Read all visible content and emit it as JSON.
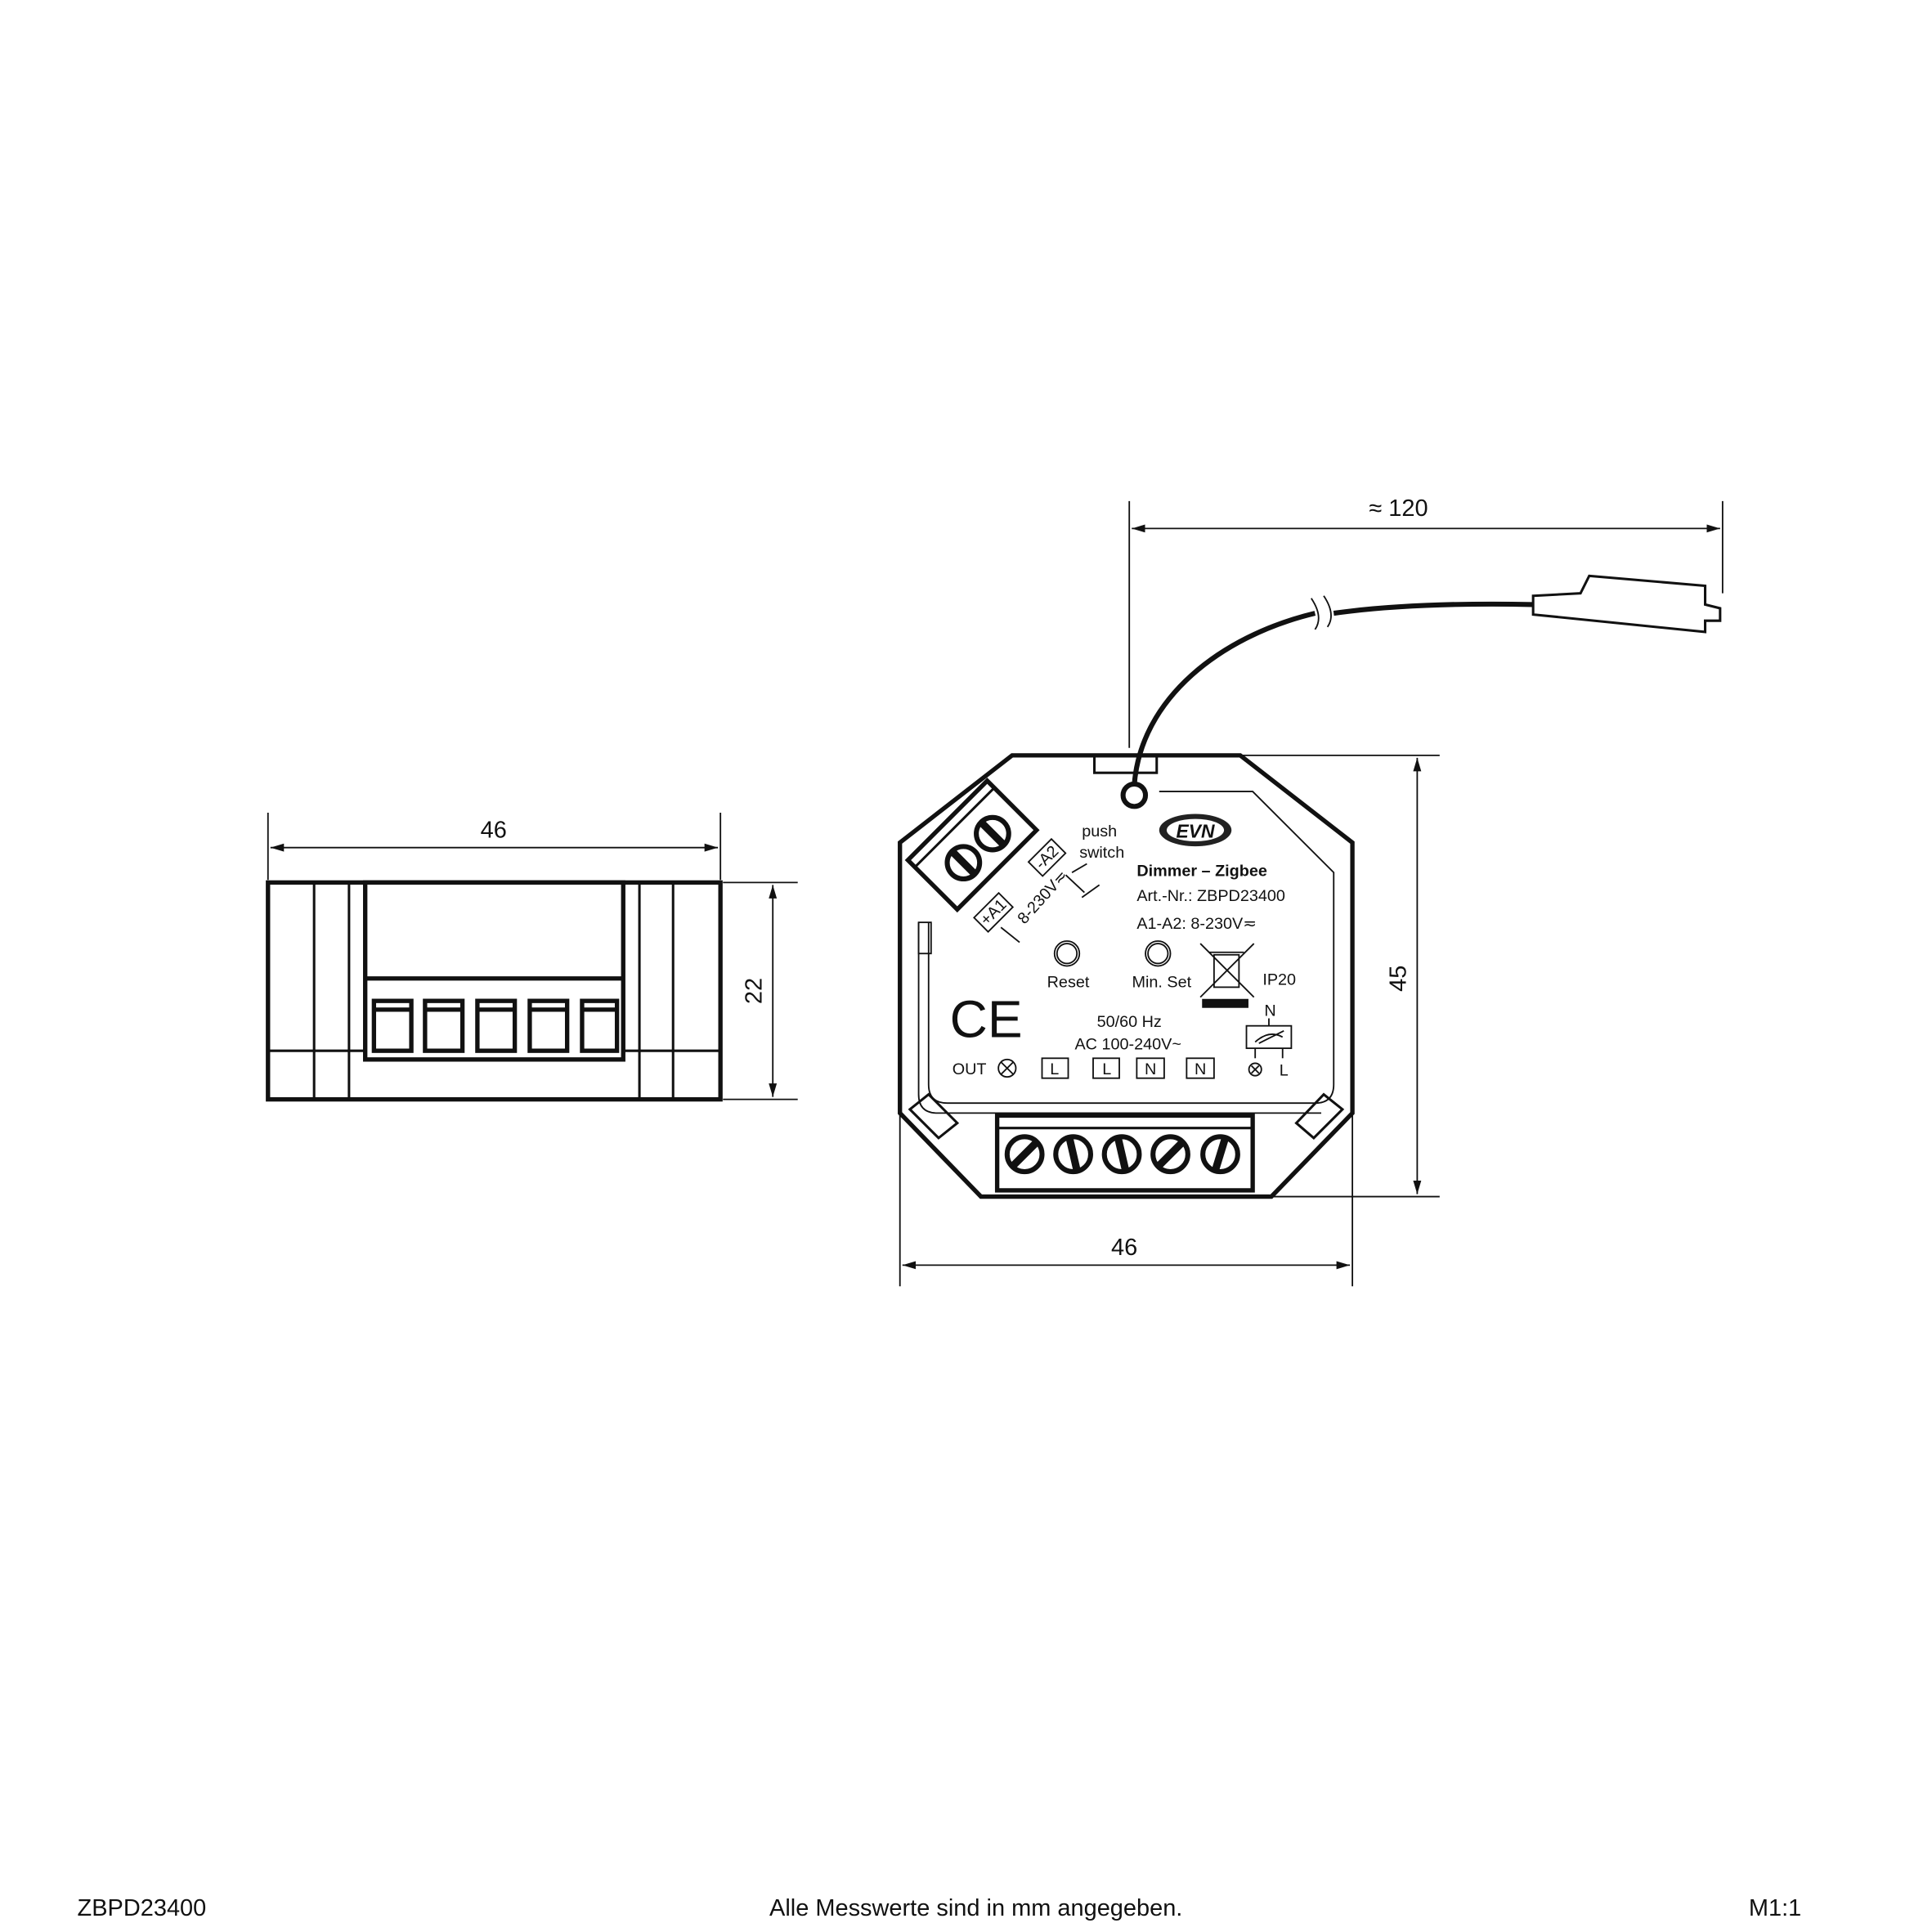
{
  "side_view": {
    "width_label": "46",
    "height_label": "22"
  },
  "front_view": {
    "cable_length_label": "≈ 120",
    "height_label": "45",
    "width_label": "46",
    "label": {
      "brand": "EVN",
      "title": "Dimmer – Zigbee",
      "article": "Art.-Nr.: ZBPD23400",
      "input": "A1-A2: 8-230V≂",
      "reset": "Reset",
      "min_set": "Min. Set",
      "ip": "IP20",
      "ce": "CE",
      "frequency": "50/60 Hz",
      "voltage": "AC 100-240V~",
      "out": "OUT",
      "terminals": [
        "L",
        "L",
        "N",
        "N"
      ],
      "dimmer_n": "N",
      "dimmer_l": "L",
      "plus_a1": "+A1",
      "minus_a2": "-A2",
      "aux_voltage": "8-230V≂",
      "push": "push",
      "switch": "switch"
    }
  },
  "footer": {
    "article": "ZBPD23400",
    "note": "Alle Messwerte sind in mm angegeben.",
    "scale": "M1:1"
  }
}
